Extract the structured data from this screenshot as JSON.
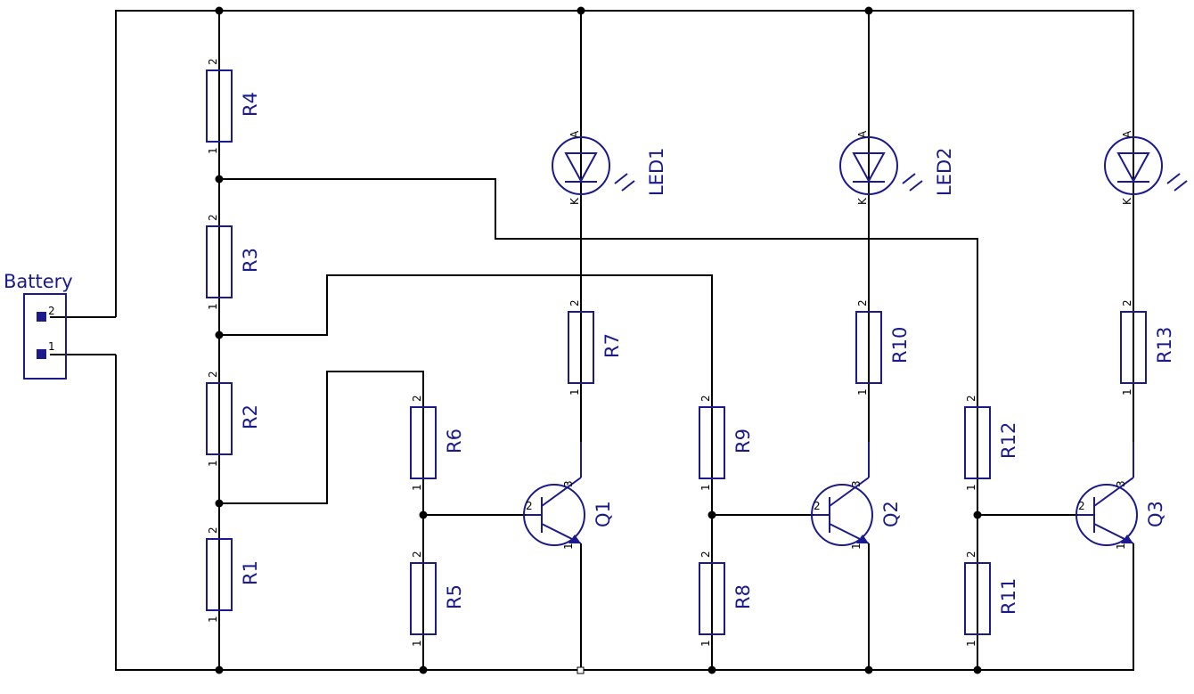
{
  "colors": {
    "wire": "#000000",
    "symbol": "#1a1a8c",
    "background": "#ffffff"
  },
  "battery": {
    "label": "Battery",
    "pins": [
      "2",
      "1"
    ]
  },
  "resistors": [
    {
      "ref": "R4",
      "pins": [
        "2",
        "1"
      ]
    },
    {
      "ref": "R3",
      "pins": [
        "2",
        "1"
      ]
    },
    {
      "ref": "R2",
      "pins": [
        "2",
        "1"
      ]
    },
    {
      "ref": "R1",
      "pins": [
        "2",
        "1"
      ]
    },
    {
      "ref": "R6",
      "pins": [
        "2",
        "1"
      ]
    },
    {
      "ref": "R5",
      "pins": [
        "2",
        "1"
      ]
    },
    {
      "ref": "R7",
      "pins": [
        "2",
        "1"
      ]
    },
    {
      "ref": "R9",
      "pins": [
        "2",
        "1"
      ]
    },
    {
      "ref": "R8",
      "pins": [
        "2",
        "1"
      ]
    },
    {
      "ref": "R10",
      "pins": [
        "2",
        "1"
      ]
    },
    {
      "ref": "R12",
      "pins": [
        "2",
        "1"
      ]
    },
    {
      "ref": "R11",
      "pins": [
        "2",
        "1"
      ]
    },
    {
      "ref": "R13",
      "pins": [
        "2",
        "1"
      ]
    }
  ],
  "leds": [
    {
      "ref": "LED1",
      "anode": "A",
      "cathode": "K"
    },
    {
      "ref": "LED2",
      "anode": "A",
      "cathode": "K"
    },
    {
      "ref": "",
      "anode": "A",
      "cathode": "K"
    }
  ],
  "transistors": [
    {
      "ref": "Q1",
      "pins": [
        "2",
        "3",
        "1"
      ]
    },
    {
      "ref": "Q2",
      "pins": [
        "2",
        "3",
        "1"
      ]
    },
    {
      "ref": "Q3",
      "pins": [
        "2",
        "3",
        "1"
      ]
    }
  ]
}
